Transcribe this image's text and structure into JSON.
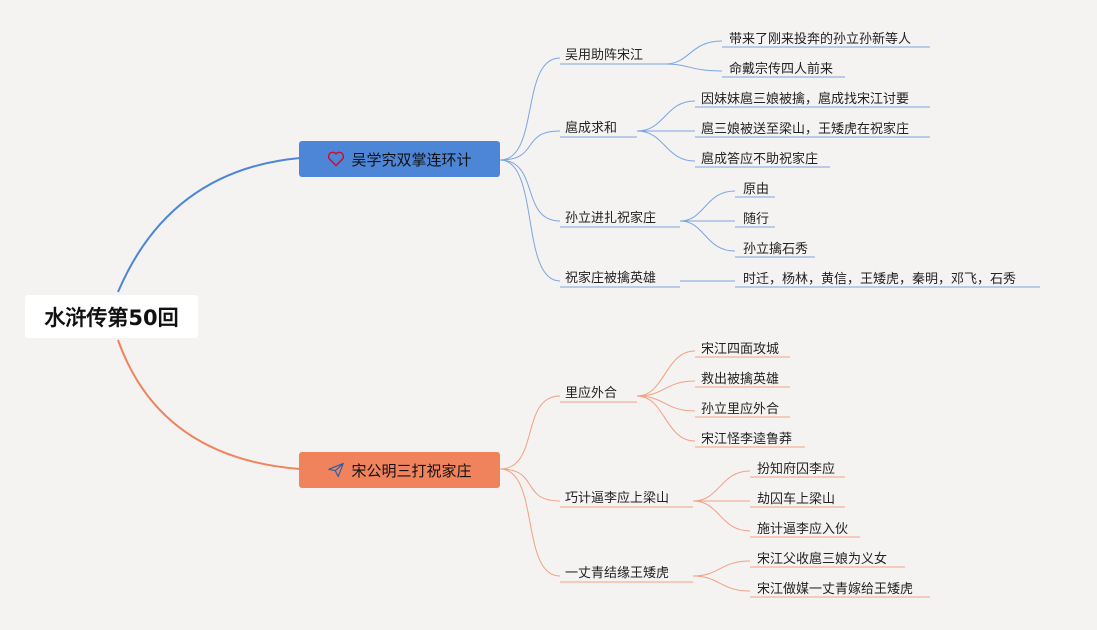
{
  "root": {
    "title": "水浒传第50回"
  },
  "colors": {
    "blue": "#4d86d6",
    "orange": "#f0835c",
    "blue_line": "#7aa6e0",
    "orange_line": "#f2a080"
  },
  "branches": [
    {
      "label": "吴学究双掌连环计",
      "icon": "heart-icon",
      "children": [
        {
          "label": "吴用助阵宋江",
          "leaves": [
            "带来了刚来投奔的孙立孙新等人",
            "命戴宗传四人前来"
          ]
        },
        {
          "label": "扈成求和",
          "leaves": [
            "因妹妹扈三娘被擒，扈成找宋江讨要",
            "扈三娘被送至梁山，王矮虎在祝家庄",
            "扈成答应不助祝家庄"
          ]
        },
        {
          "label": "孙立进扎祝家庄",
          "leaves": [
            "原由",
            "随行",
            "孙立擒石秀"
          ]
        },
        {
          "label": "祝家庄被擒英雄",
          "leaves": [
            "时迁，杨林，黄信，王矮虎，秦明，邓飞，石秀"
          ]
        }
      ]
    },
    {
      "label": "宋公明三打祝家庄",
      "icon": "paper-plane-icon",
      "children": [
        {
          "label": "里应外合",
          "leaves": [
            "宋江四面攻城",
            "救出被擒英雄",
            "孙立里应外合",
            "宋江怪李逵鲁莽"
          ]
        },
        {
          "label": "巧计逼李应上梁山",
          "leaves": [
            "扮知府囚李应",
            "劫囚车上梁山",
            "施计逼李应入伙"
          ]
        },
        {
          "label": "一丈青结缘王矮虎",
          "leaves": [
            "宋江父收扈三娘为义女",
            "宋江做媒一丈青嫁给王矮虎"
          ]
        }
      ]
    }
  ]
}
